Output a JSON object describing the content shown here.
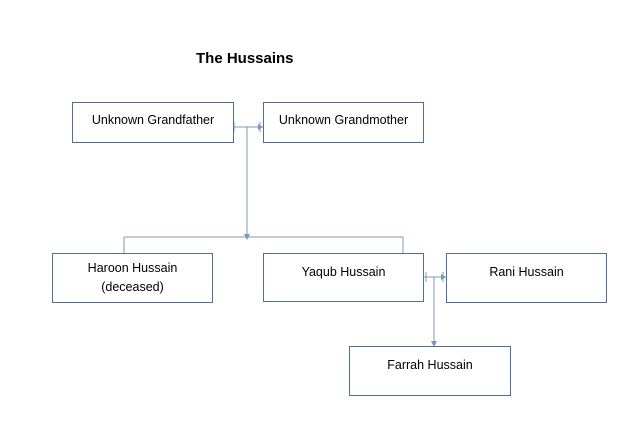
{
  "title": "The Hussains",
  "colors": {
    "connector": "#7c98b8",
    "box_border": "#4f6f9a"
  },
  "members": {
    "grandfather": {
      "name": "Unknown Grandfather"
    },
    "grandmother": {
      "name": "Unknown Grandmother"
    },
    "haroon": {
      "name": "Haroon Hussain",
      "note": "(deceased)"
    },
    "yaqub": {
      "name": "Yaqub Hussain"
    },
    "rani": {
      "name": "Rani Hussain"
    },
    "farrah": {
      "name": "Farrah Hussain"
    }
  }
}
